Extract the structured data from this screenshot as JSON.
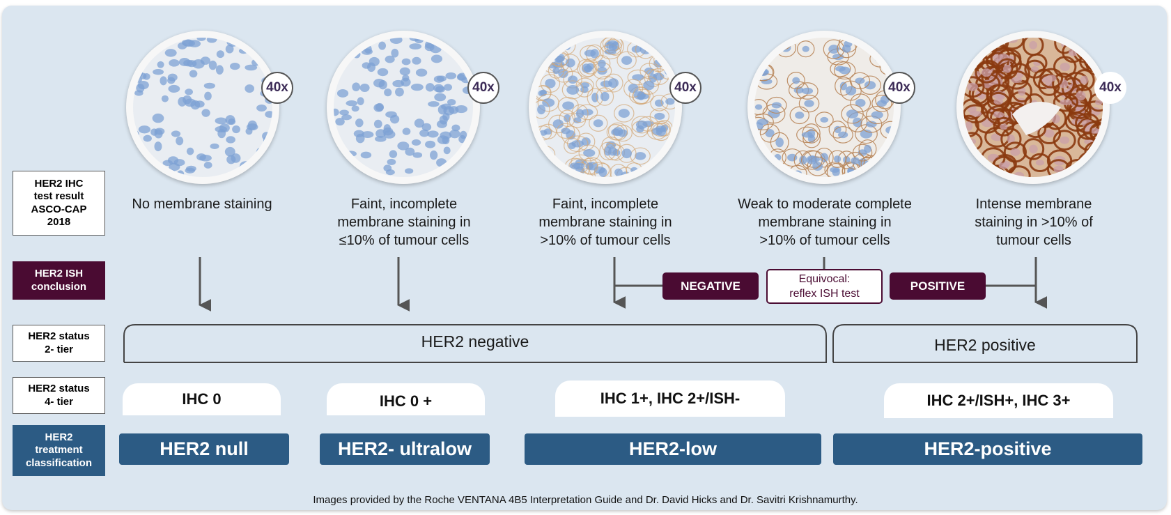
{
  "row_labels": {
    "ihc_result": "HER2 IHC\ntest result\nASCO-CAP\n2018",
    "ish_conclusion": "HER2 ISH\nconclusion",
    "status_2tier": "HER2 status\n2- tier",
    "status_4tier": "HER2 status\n4- tier",
    "treatment": "HER2\ntreatment\nclassification"
  },
  "magnification_label": "40x",
  "columns": [
    {
      "description": "No membrane staining",
      "stain_level": 0,
      "tier4": "IHC 0",
      "treatment": "HER2 null"
    },
    {
      "description": "Faint, incomplete\nmembrane staining in\n≤10% of tumour cells",
      "stain_level": 1,
      "tier4": "IHC 0 +",
      "treatment": "HER2- ultralow"
    },
    {
      "description": "Faint, incomplete\nmembrane staining in\n>10% of tumour cells",
      "stain_level": 2,
      "tier4": "IHC 1+, IHC 2+/ISH-",
      "treatment": "HER2-low"
    },
    {
      "description": "Weak to moderate complete\nmembrane staining in\n>10% of tumour cells",
      "stain_level": 3,
      "tier4": "",
      "treatment": ""
    },
    {
      "description": "Intense membrane\nstaining in >10% of\ntumour cells",
      "stain_level": 4,
      "tier4": "IHC 2+/ISH+, IHC 3+",
      "treatment": "HER2-positive"
    }
  ],
  "ish": {
    "negative": "NEGATIVE",
    "equivocal": "Equivocal:\nreflex ISH test",
    "positive": "POSITIVE"
  },
  "tier2": {
    "negative": "HER2 negative",
    "positive": "HER2 positive"
  },
  "footer": "Images provided by the Roche VENTANA 4B5 Interpretation Guide and Dr. David Hicks and Dr. Savitri Krishnamurthy.",
  "colors": {
    "maroon": "#4a0b32",
    "blue": "#2c5b84",
    "background": "#dbe6f0",
    "brown_stain": "#a0521c",
    "hematoxylin": "#7da2d4"
  }
}
